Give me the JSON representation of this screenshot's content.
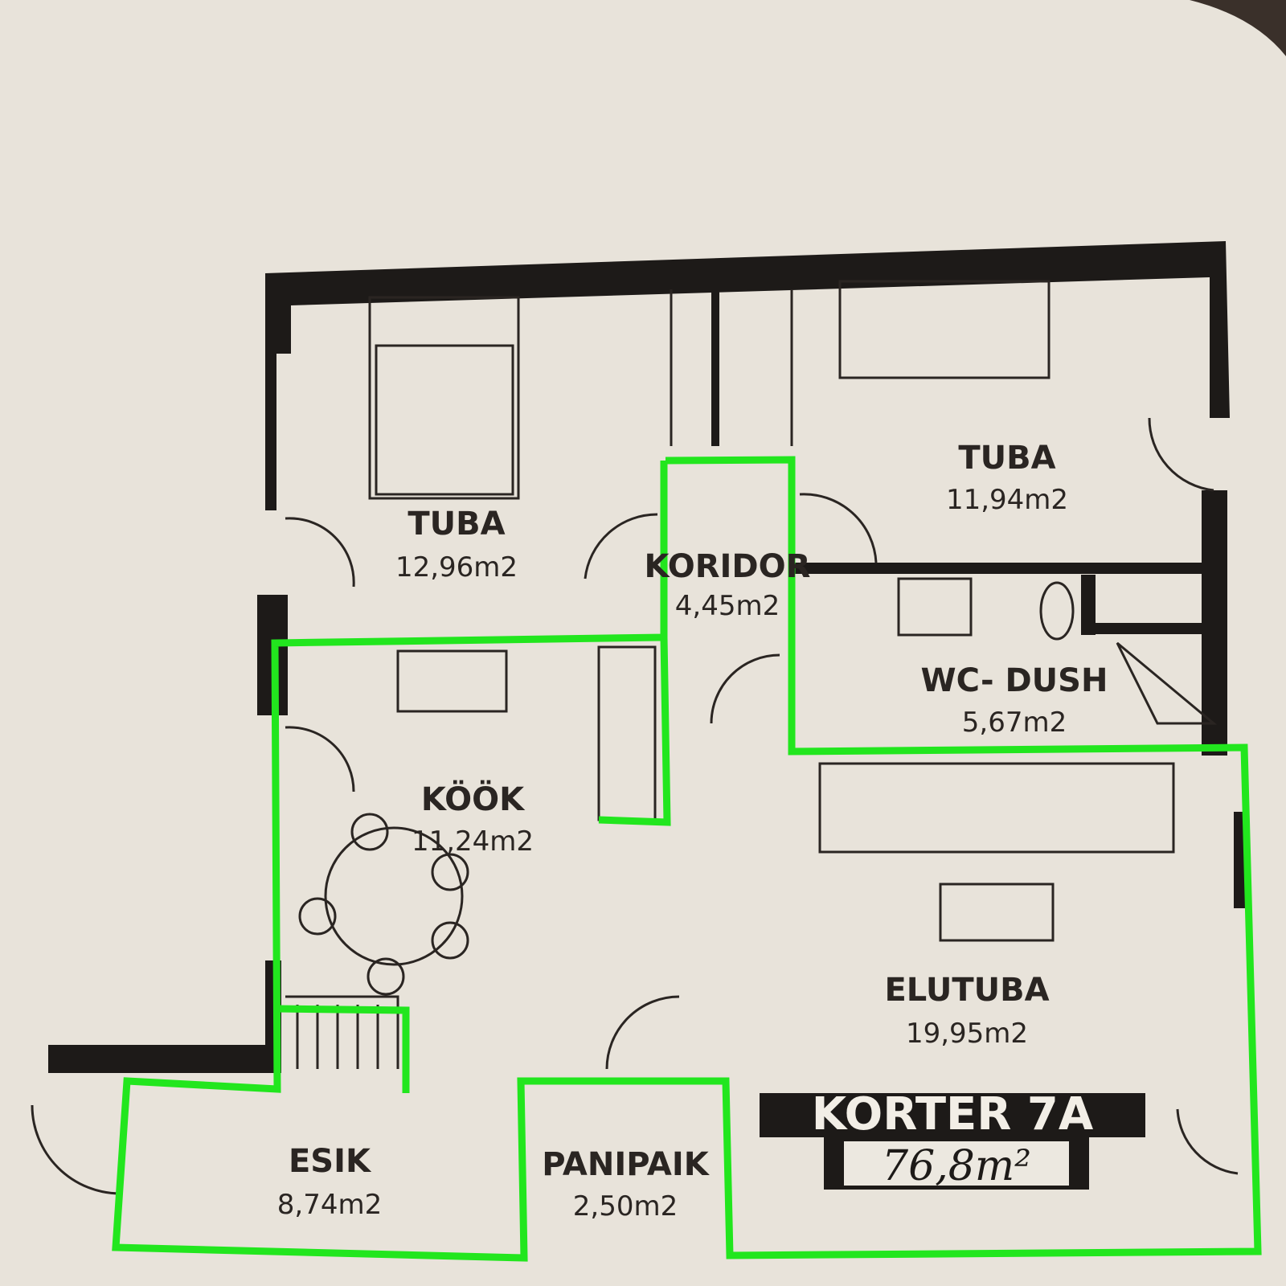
{
  "title": "KORTER 7A",
  "total_area_handwritten": "76,8m²",
  "rooms": [
    {
      "name": "TUBA",
      "area": "12,96m2"
    },
    {
      "name": "TUBA",
      "area": "11,94m2"
    },
    {
      "name": "KORIDOR",
      "area": "4,45m2"
    },
    {
      "name": "WC- DUSH",
      "area": "5,67m2"
    },
    {
      "name": "KÖÖK",
      "area": "11,24m2"
    },
    {
      "name": "ELUTUBA",
      "area": "19,95m2"
    },
    {
      "name": "ESIK",
      "area": "8,74m2"
    },
    {
      "name": "PANIPAIK",
      "area": "2,50m2"
    }
  ],
  "colors": {
    "highlight": "#22e61e",
    "paper": "#e8e3da",
    "ink": "#1d1a18"
  }
}
